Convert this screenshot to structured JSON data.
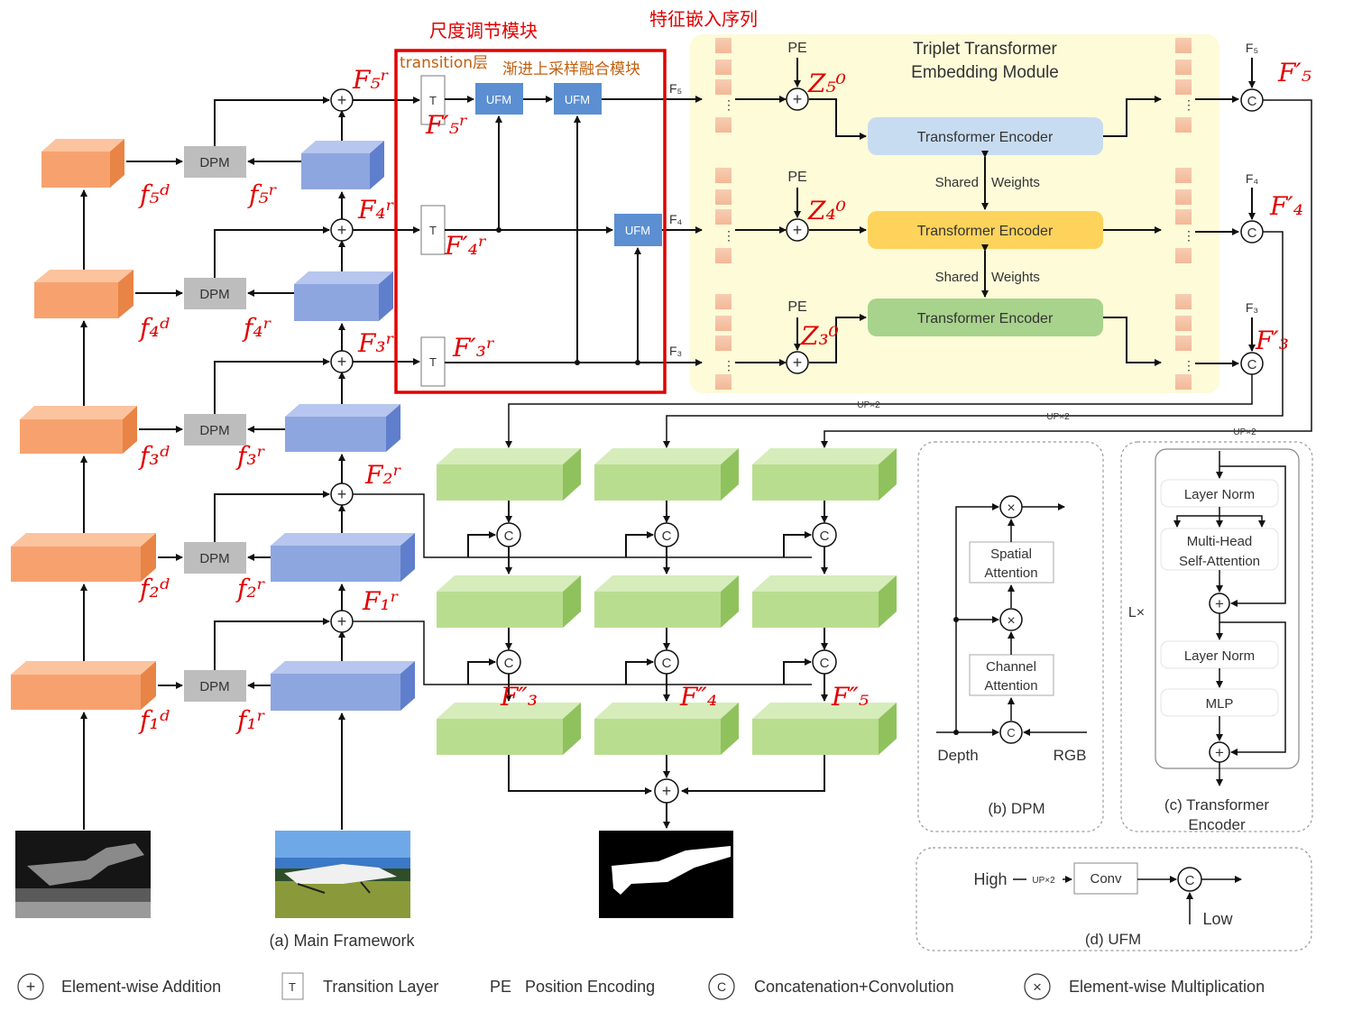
{
  "annotations_cn": {
    "scale_module": "尺度调节模块",
    "transition_layer": "transition层",
    "ufm_module": "渐进上采样融合模块",
    "embed_seq": "特征嵌入序列"
  },
  "framework": {
    "dpm": "DPM",
    "t": "T",
    "ufm": "UFM",
    "f5": "F₅",
    "f4": "F₄",
    "f3": "F₃",
    "f5_r": "F₅ʳ",
    "f4_r": "F₄ʳ",
    "f3_r": "F₃ʳ",
    "f2_r": "F₂ʳ",
    "f1_r": "F₁ʳ",
    "f5_pr": "F′₅ʳ",
    "f4_pr": "F′₄ʳ",
    "f3_pr": "F′₃ʳ",
    "d5": "f₅ᵈ",
    "d4": "f₄ᵈ",
    "d3": "f₃ᵈ",
    "d2": "f₂ᵈ",
    "d1": "f₁ᵈ",
    "r5": "f₅ʳ",
    "r4": "f₄ʳ",
    "r3": "f₃ʳ",
    "r2": "f₂ʳ",
    "r1": "f₁ʳ",
    "caption": "(a) Main Framework"
  },
  "transformer": {
    "title_line1": "Triplet Transformer",
    "title_line2": "Embedding Module",
    "pe": "PE",
    "encoder": "Transformer Encoder",
    "shared": "Shared",
    "weights": "Weights",
    "z5": "Z₅⁰",
    "z4": "Z₄⁰",
    "z3": "Z₃⁰",
    "fp5": "F′₅",
    "fp4": "F′₄",
    "fp3": "F′₃",
    "up": "UP×2"
  },
  "decoder": {
    "c": "C",
    "pp3": "F″₃",
    "pp4": "F″₄",
    "pp5": "F″₅"
  },
  "dpm_panel": {
    "spatial_1": "Spatial",
    "spatial_2": "Attention",
    "channel_1": "Channel",
    "channel_2": "Attention",
    "depth": "Depth",
    "rgb": "RGB",
    "caption": "(b) DPM"
  },
  "encoder_panel": {
    "layer_norm": "Layer  Norm",
    "mhsa_1": "Multi-Head",
    "mhsa_2": "Self-Attention",
    "mlp": "MLP",
    "lx": "L×",
    "caption_1": "(c) Transformer",
    "caption_2": "Encoder"
  },
  "ufm_panel": {
    "high": "High",
    "up": "UP×2",
    "conv": "Conv",
    "low": "Low",
    "caption": "(d) UFM"
  },
  "legend": {
    "plus_sym": "+",
    "t_sym": "T",
    "pe_sym": "PE",
    "c_sym": "C",
    "x_sym": "×",
    "add": "Element-wise Addition",
    "trans": "Transition Layer",
    "pe": "Position Encoding",
    "concat": "Concatenation+Convolution",
    "mult": "Element-wise Multiplication"
  },
  "colors": {
    "depth_block": "#f7a26e",
    "rgb_block": "#8ea6e0",
    "dpm_box": "#bdbdbd",
    "ufm_box": "#5b8fd1",
    "decoder_block": "#b9dd8f",
    "transformer_bg": "#fdfbd8",
    "token": "#f5c4a6",
    "encoder_blue": "#c8dcf1",
    "encoder_yellow": "#fdd35c",
    "encoder_green": "#a8d38c",
    "highlight_red": "#e00000"
  }
}
